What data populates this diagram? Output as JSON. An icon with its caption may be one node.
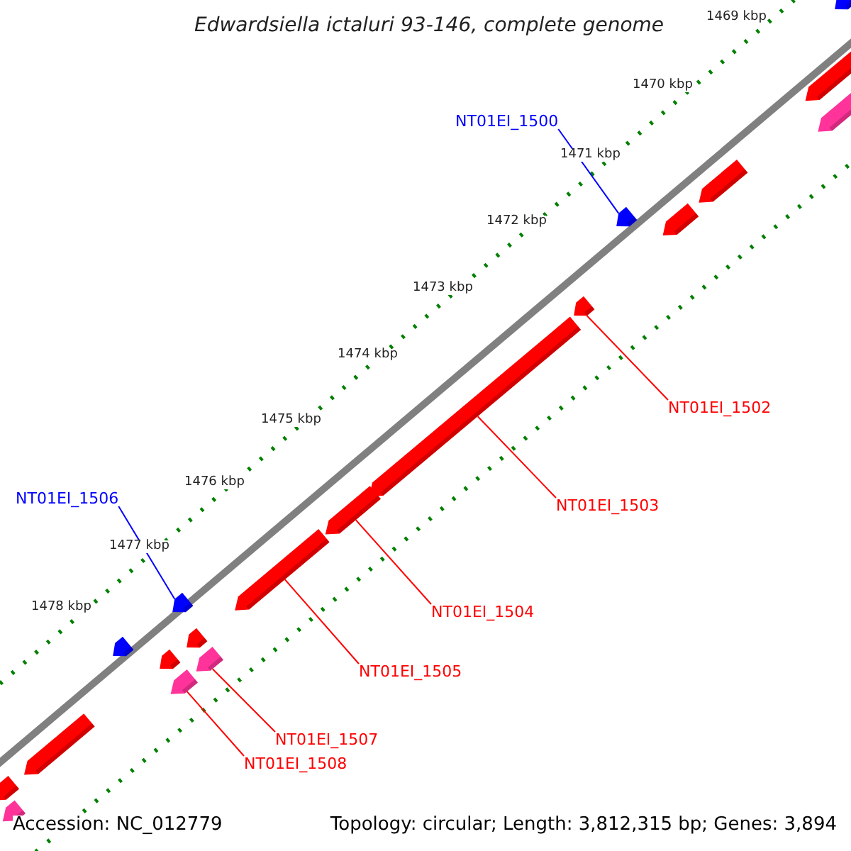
{
  "diagram": {
    "title": "Edwardsiella ictaluri 93-146, complete genome",
    "nodes": [
      {
        "text": [
          "NT01EI_1500"
        ]
      },
      {
        "text": [],
        "shape": "arrow"
      },
      {
        "text": [
          "NT01EI_1502"
        ]
      },
      {
        "text": [],
        "shape": "arrow"
      },
      {
        "text": [
          "NT01EI_1503"
        ]
      },
      {
        "text": [],
        "shape": "arrow"
      },
      {
        "text": [
          "NT01EI_1504"
        ]
      },
      {
        "text": [],
        "shape": "arrow"
      },
      {
        "text": [
          "NT01EI_1505"
        ]
      },
      {
        "text": [],
        "shape": "arrow"
      },
      {
        "text": [
          "NT01EI_1506"
        ]
      },
      {
        "text": [],
        "shape": "arrow"
      },
      {
        "text": [
          "NT01EI_1507"
        ]
      },
      {
        "text": [],
        "shape": "arrow"
      },
      {
        "text": [
          "NT01EI_1508"
        ]
      },
      {
        "text": [],
        "shape": "arrow"
      },
      {
        "text": [],
        "shape": "arrow"
      },
      {
        "text": [],
        "shape": "arrow"
      },
      {
        "text": [],
        "shape": "arrow"
      },
      {
        "text": [],
        "shape": "arrow"
      },
      {
        "text": [],
        "shape": "arrow"
      },
      {
        "text": [],
        "shape": "arrow"
      },
      {
        "text": [],
        "shape": "arrow"
      },
      {
        "text": [],
        "shape": "arrow"
      },
      {
        "text": [],
        "shape": "arrow"
      },
      {
        "text": [],
        "shape": "arrow"
      },
      {
        "text": [],
        "shape": "arrow"
      }
    ],
    "edges": [
      {
        "from": 0,
        "to": 1,
        "arrow": "none",
        "color": "#0000ff"
      },
      {
        "from": 2,
        "to": 3,
        "arrow": "none"
      },
      {
        "from": 4,
        "to": 5,
        "arrow": "none"
      },
      {
        "from": 6,
        "to": 7,
        "arrow": "none"
      },
      {
        "from": 8,
        "to": 9,
        "arrow": "none"
      },
      {
        "from": 10,
        "to": 11,
        "arrow": "none",
        "color": "#0000ff"
      },
      {
        "from": 12,
        "to": 13,
        "arrow": "none"
      },
      {
        "from": 14,
        "to": 15,
        "arrow": "none"
      }
    ],
    "labels": [
      "1469 kbp",
      "1470 kbp",
      "1471 kbp",
      "1472 kbp",
      "1473 kbp",
      "1474 kbp",
      "1475 kbp",
      "1476 kbp",
      "1477 kbp",
      "1478 kbp",
      "Accession: NC_012779",
      "Topology: circular; Length: 3,812,315 bp; Genes: 3,894"
    ]
  }
}
